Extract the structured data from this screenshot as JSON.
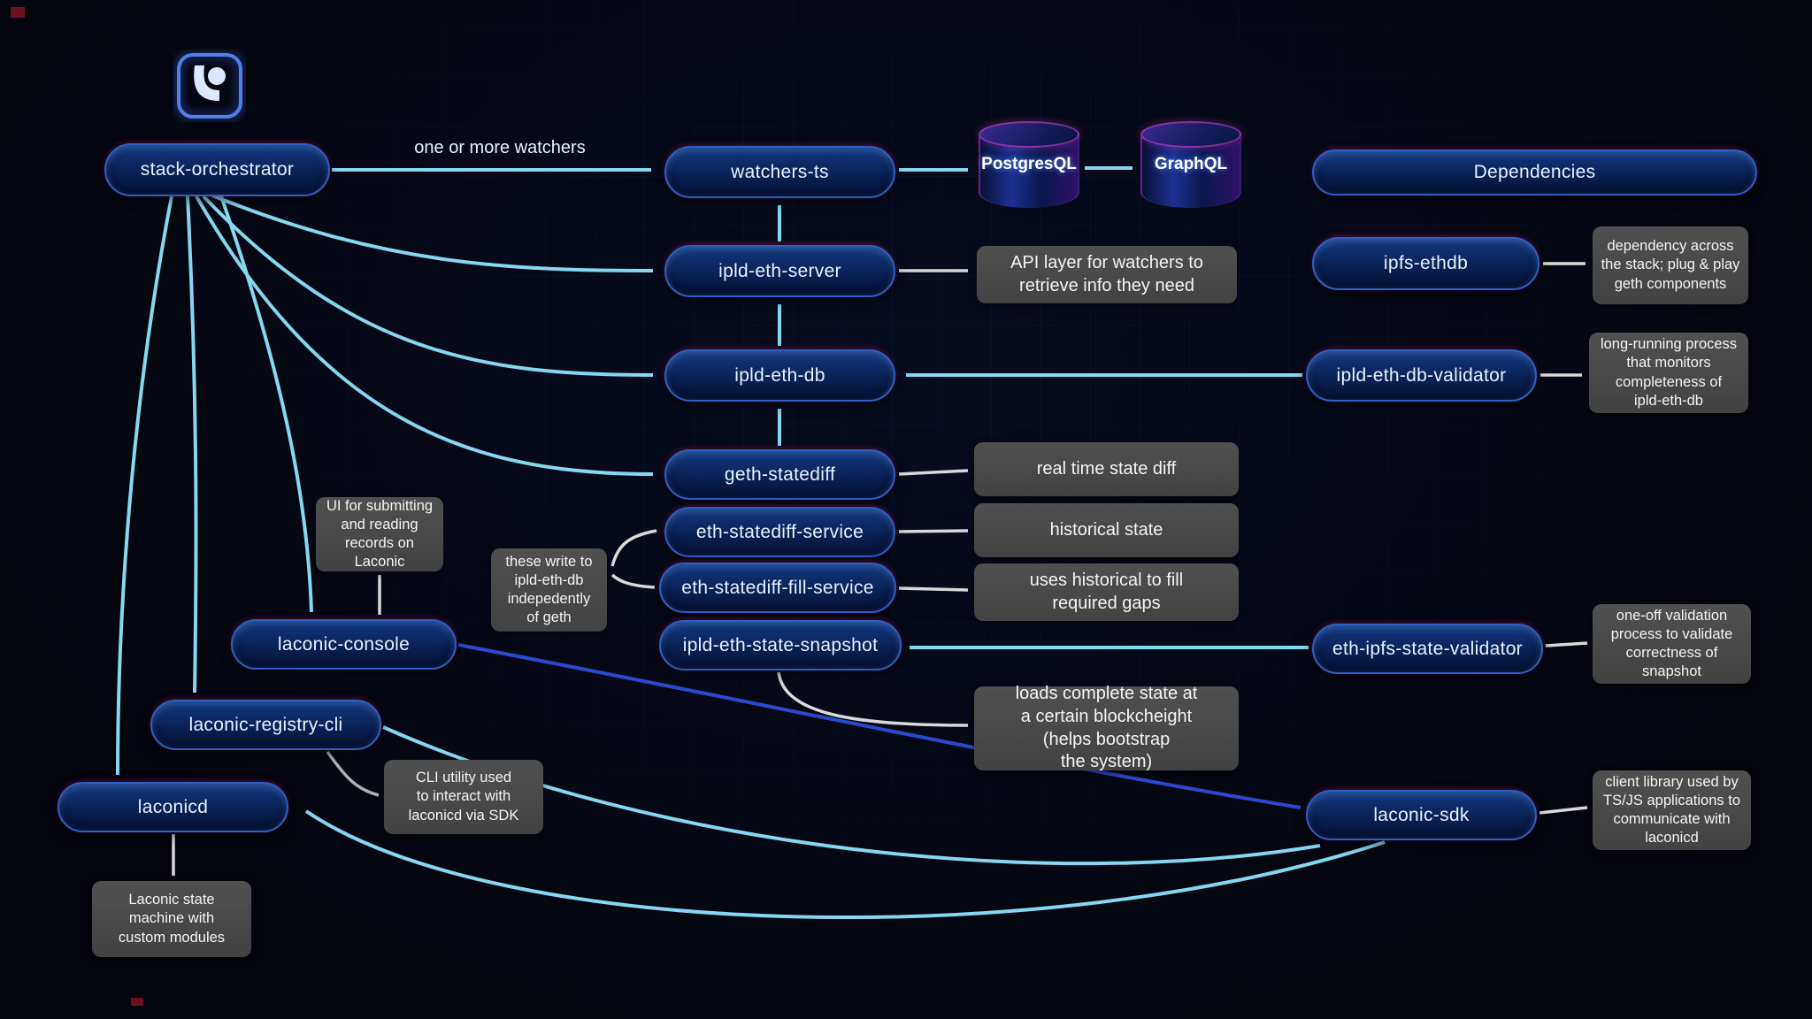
{
  "colors": {
    "background": "#04060f",
    "accent_cyan": "#86d7f2",
    "node_fill": "#0a2157",
    "node_border": "#2e5fc2",
    "note_fill": "#474747",
    "dark_blue_curve": "#2b49cf",
    "magenta_rim": "#c8198766"
  },
  "labels": {
    "watchers_edge": "one or more watchers"
  },
  "nodes": [
    {
      "id": "stack-orchestrator",
      "label": "stack-orchestrator"
    },
    {
      "id": "watchers-ts",
      "label": "watchers-ts"
    },
    {
      "id": "dependencies",
      "label": "Dependencies"
    },
    {
      "id": "ipld-eth-server",
      "label": "ipld-eth-server"
    },
    {
      "id": "ipfs-ethdb",
      "label": "ipfs-ethdb"
    },
    {
      "id": "ipld-eth-db",
      "label": "ipld-eth-db"
    },
    {
      "id": "ipld-eth-db-validator",
      "label": "ipld-eth-db-validator"
    },
    {
      "id": "geth-statediff",
      "label": "geth-statediff"
    },
    {
      "id": "eth-statediff-service",
      "label": "eth-statediff-service"
    },
    {
      "id": "eth-statediff-fill-service",
      "label": "eth-statediff-fill-service"
    },
    {
      "id": "ipld-eth-state-snapshot",
      "label": "ipld-eth-state-snapshot"
    },
    {
      "id": "eth-ipfs-state-validator",
      "label": "eth-ipfs-state-validator"
    },
    {
      "id": "laconic-console",
      "label": "laconic-console"
    },
    {
      "id": "laconic-registry-cli",
      "label": "laconic-registry-cli"
    },
    {
      "id": "laconicd",
      "label": "laconicd"
    },
    {
      "id": "laconic-sdk",
      "label": "laconic-sdk"
    }
  ],
  "cylinders": [
    {
      "id": "postgresql",
      "label": "PostgresQL"
    },
    {
      "id": "graphql",
      "label": "GraphQL"
    }
  ],
  "notes": [
    {
      "id": "api-layer",
      "text": "API layer for watchers to\nretrieve info they need"
    },
    {
      "id": "ipfs-ethdb-note",
      "text": "dependency across\nthe stack; plug & play\ngeth components"
    },
    {
      "id": "db-validator-note",
      "text": "long-running process\nthat monitors\ncompleteness of\nipld-eth-db"
    },
    {
      "id": "realtime",
      "text": "real time state diff"
    },
    {
      "id": "historical",
      "text": "historical state"
    },
    {
      "id": "fill-gaps",
      "text": "uses historical to fill\nrequired gaps"
    },
    {
      "id": "these-write",
      "text": "these write to\nipld-eth-db\nindepedently\nof geth"
    },
    {
      "id": "console-ui",
      "text": "UI for submitting\nand reading\nrecords on\nLaconic"
    },
    {
      "id": "snapshot-loads",
      "text": "loads complete state at\na certain blockcheight\n(helps bootstrap\nthe system)"
    },
    {
      "id": "cli-utility",
      "text": "CLI utility used\nto interact with\nlaconicd via SDK"
    },
    {
      "id": "oneoff-validation",
      "text": "one-off validation\nprocess to validate\ncorrectness of\nsnapshot"
    },
    {
      "id": "client-library",
      "text": "client library used by\nTS/JS applications to\ncommunicate with\nlaconicd"
    },
    {
      "id": "state-machine",
      "text": "Laconic state\nmachine with\ncustom modules"
    }
  ]
}
